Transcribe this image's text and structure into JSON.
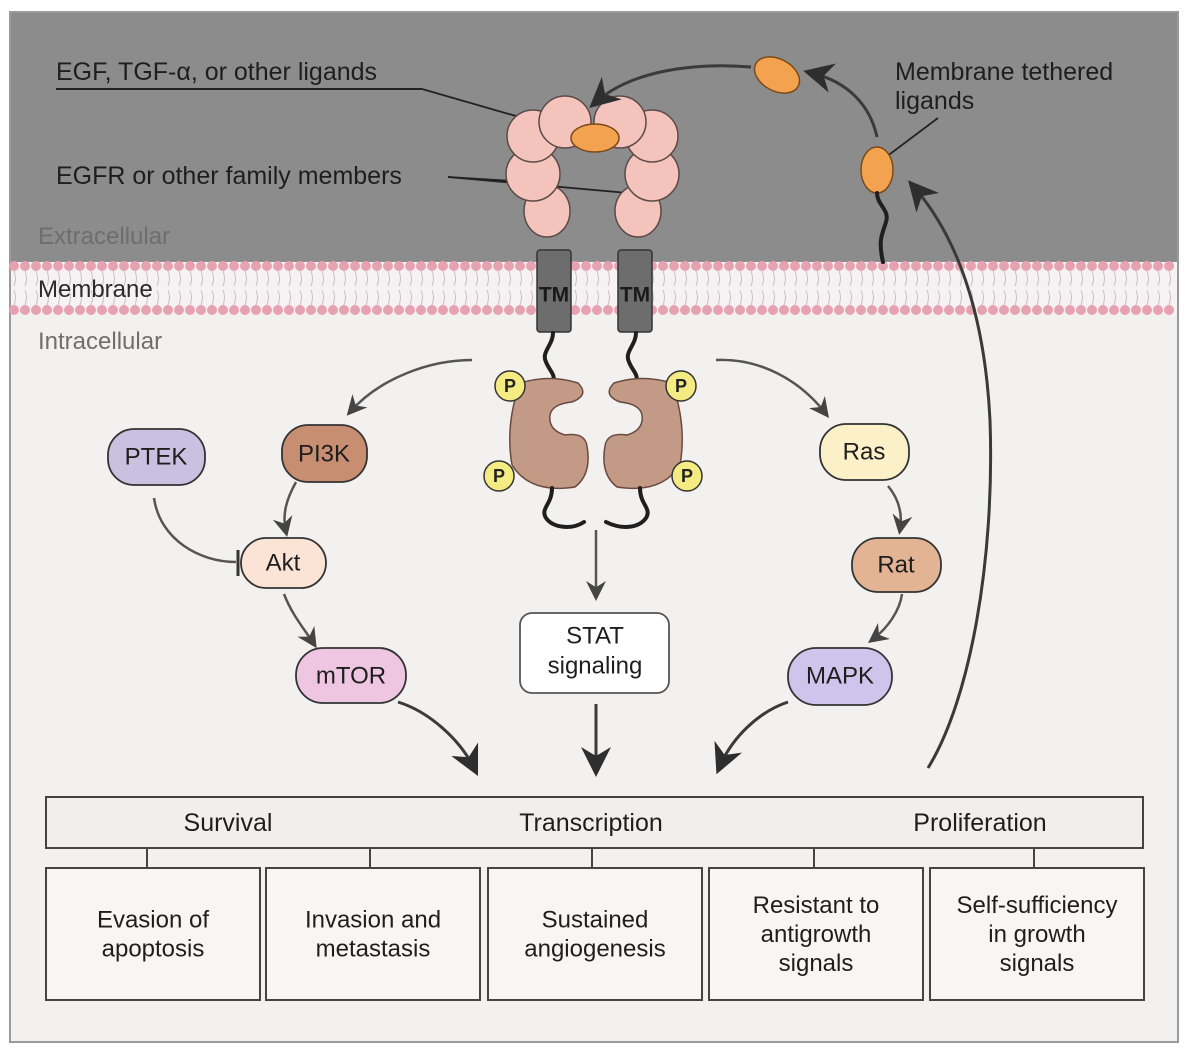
{
  "labels": {
    "ligands": "EGF, TGF-α, or other ligands",
    "receptors": "EGFR or other family members",
    "tethered_line1": "Membrane tethered",
    "tethered_line2": "ligands",
    "extracellular": "Extracellular",
    "membrane": "Membrane",
    "intracellular": "Intracellular"
  },
  "receptor": {
    "tm_label": "TM",
    "phospho_label": "P"
  },
  "nodes": {
    "ptek": "PTEK",
    "pi3k": "PI3K",
    "akt": "Akt",
    "mtor": "mTOR",
    "ras": "Ras",
    "rat": "Rat",
    "mapk": "MAPK",
    "stat_line1": "STAT",
    "stat_line2": "signaling"
  },
  "outcomes_header": [
    "Survival",
    "Transcription",
    "Proliferation"
  ],
  "outcomes": [
    [
      "Evasion of",
      "apoptosis"
    ],
    [
      "Invasion and",
      "metastasis"
    ],
    [
      "Sustained",
      "angiogenesis"
    ],
    [
      "Resistant to",
      "antigrowth",
      "signals"
    ],
    [
      "Self-sufficiency",
      "in growth",
      "signals"
    ]
  ],
  "colors": {
    "extracellular_bg": "#8c8c8c",
    "intracellular_bg": "#f2f1ef",
    "membrane_head": "#e6a2b1",
    "ligand": "#f3a34f",
    "receptor_ext": "#f4c4bc",
    "kinase": "#c39a86",
    "phospho": "#f5eb83",
    "tm_segment": "#6d6d6d",
    "ptek": "#c8c2e0",
    "pi3k": "#c88e72",
    "akt": "#fbe4d6",
    "mtor": "#eec6e2",
    "ras": "#fbf0c8",
    "rat": "#e3b493",
    "mapk": "#cfc4ec"
  }
}
